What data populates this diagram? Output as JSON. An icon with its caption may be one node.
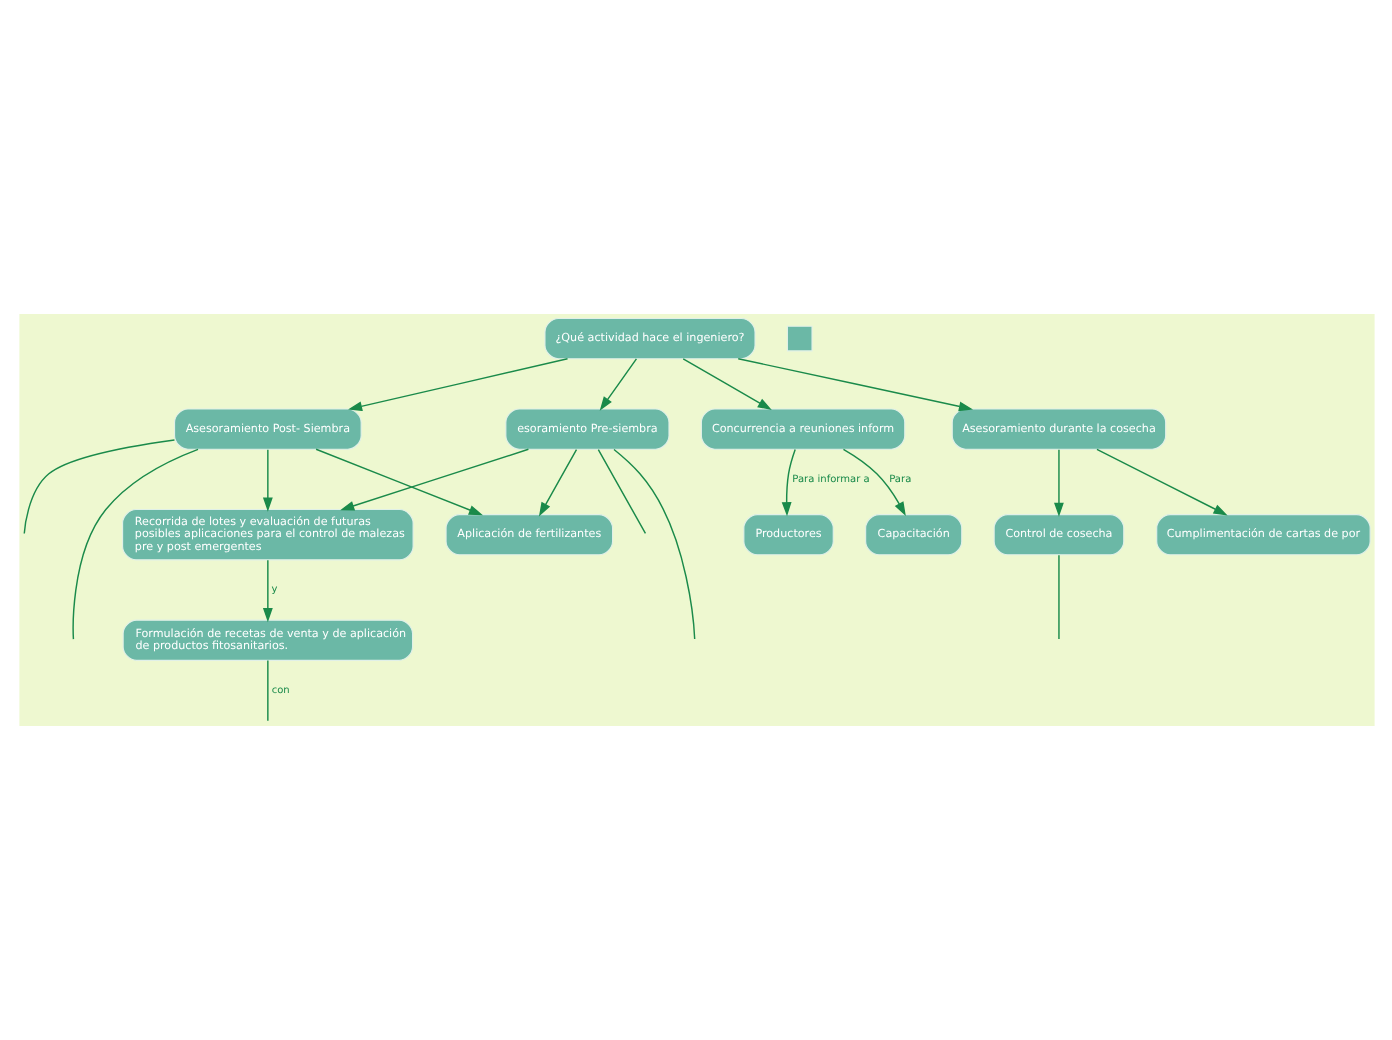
{
  "diagram": {
    "nodes": [
      {
        "text": [
          "¿Qué actividad hace el ingeniero?"
        ]
      },
      {
        "text": [
          "esoramiento Pre-siembra"
        ]
      },
      {
        "text": [
          "Concurrencia a reuniones inform"
        ]
      },
      {
        "text": [
          "Productores"
        ]
      },
      {
        "text": [
          "Capacitación"
        ]
      },
      {
        "text": [
          "Recorrida de lotes y evaluación de futuras posibles aplicaciones para el control de malezas pre y post emergentes"
        ]
      },
      {
        "text": [
          "Aplicación de fertilizantes"
        ]
      },
      {
        "text": [
          "Asesoramiento Post- Siembra"
        ]
      },
      {
        "text": [
          "Asesoramiento durante la cosecha"
        ]
      },
      {
        "text": [
          "Formulación de recetas de venta y de aplicación de productos fitosanitarios."
        ]
      },
      {
        "text": [
          "Control de cosecha"
        ]
      },
      {
        "text": [
          "Cumplimentación de cartas de por"
        ]
      },
      {
        "text": [],
        "shape": "box"
      }
    ],
    "edges": [
      {
        "from": 0,
        "to": 1,
        "arrow": "to"
      },
      {
        "from": 0,
        "to": 7,
        "arrow": "to"
      },
      {
        "from": 0,
        "to": 2,
        "arrow": "to"
      },
      {
        "from": 0,
        "to": 8,
        "arrow": "to"
      },
      {
        "from": 2,
        "to": 3,
        "arrow": "to",
        "label": "Para informar a"
      },
      {
        "from": 2,
        "to": 4,
        "arrow": "to",
        "label": "Para"
      },
      {
        "from": 1,
        "to": null,
        "arrow": "none"
      },
      {
        "from": 1,
        "to": null,
        "arrow": "none"
      },
      {
        "from": 1,
        "to": 6,
        "arrow": "to"
      },
      {
        "from": 1,
        "to": 5,
        "arrow": "to"
      },
      {
        "from": 7,
        "to": 5,
        "arrow": "to"
      },
      {
        "from": 7,
        "to": 6,
        "arrow": "to"
      },
      {
        "from": 5,
        "to": 9,
        "arrow": "to",
        "label": "y"
      },
      {
        "from": 7,
        "to": null,
        "arrow": "none"
      },
      {
        "from": 7,
        "to": null,
        "arrow": "none"
      },
      {
        "from": 8,
        "to": 10,
        "arrow": "to"
      },
      {
        "from": 8,
        "to": 11,
        "arrow": "to"
      },
      {
        "from": 9,
        "to": null,
        "arrow": "none",
        "label": "con"
      },
      {
        "from": 10,
        "to": null,
        "arrow": "none"
      }
    ]
  }
}
